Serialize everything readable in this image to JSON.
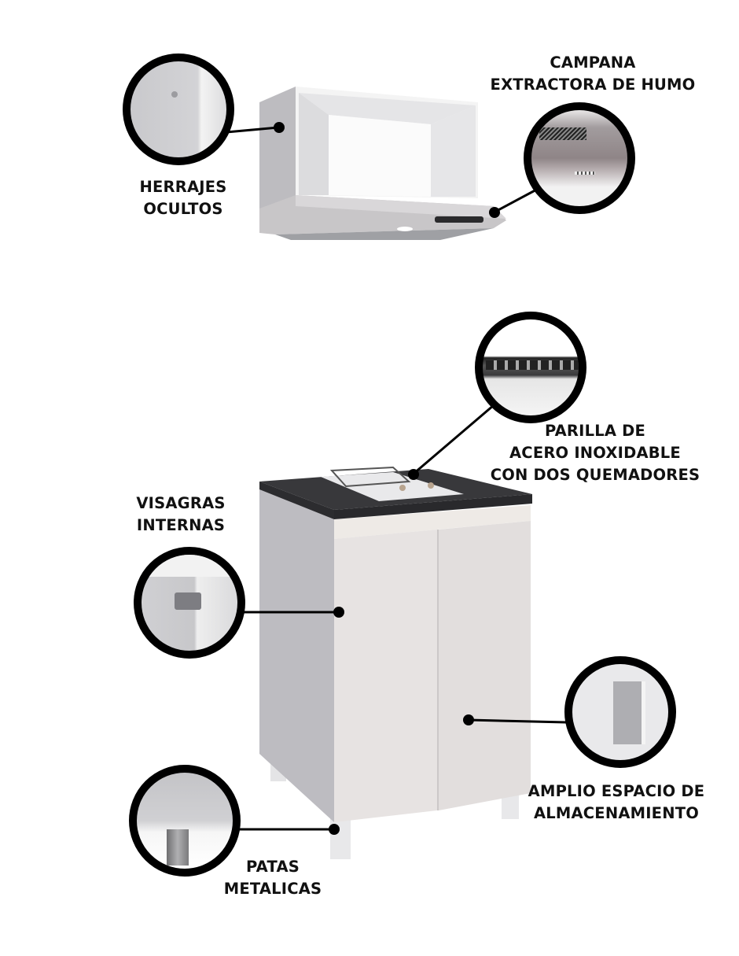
{
  "callouts": [
    {
      "id": "hidden-hardware",
      "lines": [
        "HERRAJES",
        "OCULTOS"
      ]
    },
    {
      "id": "range-hood",
      "lines": [
        "CAMPANA",
        "EXTRACTORA DE HUMO"
      ]
    },
    {
      "id": "stainless-burner",
      "lines": [
        "PARILLA DE",
        "ACERO INOXIDABLE",
        "CON DOS QUEMADORES"
      ]
    },
    {
      "id": "internal-hinges",
      "lines": [
        "VISAGRAS",
        "INTERNAS"
      ]
    },
    {
      "id": "storage-space",
      "lines": [
        "AMPLIO ESPACIO DE",
        "ALMACENAMIENTO"
      ]
    },
    {
      "id": "metal-legs",
      "lines": [
        "PATAS",
        "METALICAS"
      ]
    }
  ],
  "colors": {
    "callout_line": "#000000",
    "lens_border": "#000000",
    "cabinet_white": "#e6e3e3",
    "cabinet_side": "#b9b8bc",
    "countertop": "#3a3a3c",
    "hood_steel": "#c4c1c3"
  }
}
